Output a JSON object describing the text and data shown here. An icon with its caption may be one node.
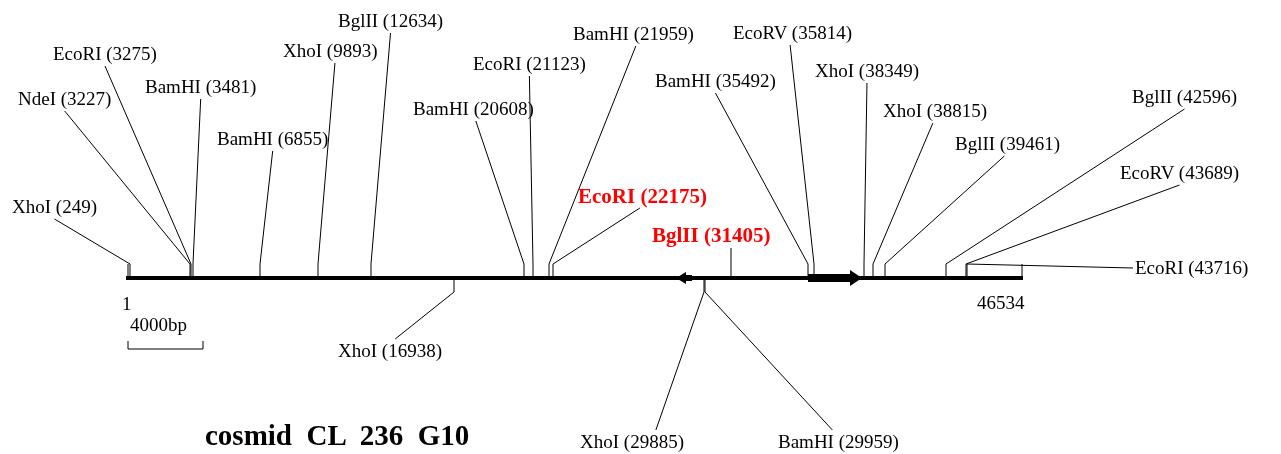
{
  "diagram": {
    "title": "cosmid  CL  236  G10",
    "nodes": [
      {
        "text": [
          "XhoI (249)"
        ]
      },
      {
        "text": [
          "NdeI (3227)"
        ]
      },
      {
        "text": [
          "EcoRI (3275)"
        ]
      },
      {
        "text": [
          "BamHI (3481)"
        ]
      },
      {
        "text": [
          "BamHI (6855)"
        ]
      },
      {
        "text": [
          "XhoI (9893)"
        ]
      },
      {
        "text": [
          "BglII (12634)"
        ]
      },
      {
        "text": [
          "XhoI (16938)"
        ]
      },
      {
        "text": [
          "BamHI (20608)"
        ]
      },
      {
        "text": [
          "EcoRI (21123)"
        ]
      },
      {
        "text": [
          "BamHI (21959)"
        ]
      },
      {
        "text": [
          "EcoRI (22175)"
        ]
      },
      {
        "text": [
          "BglII (31405)"
        ]
      },
      {
        "text": [
          "XhoI (29885)"
        ]
      },
      {
        "text": [
          "BamHI (29959)"
        ]
      },
      {
        "text": [
          "BamHI (35492)"
        ]
      },
      {
        "text": [
          "EcoRV (35814)"
        ]
      },
      {
        "text": [
          "XhoI (38349)"
        ]
      },
      {
        "text": [
          "XhoI (38815)"
        ]
      },
      {
        "text": [
          "BglII (39461)"
        ]
      },
      {
        "text": [
          "BglII (42596)"
        ]
      },
      {
        "text": [
          "EcoRV (43689)"
        ]
      },
      {
        "text": [
          "EcoRI (43716)"
        ]
      }
    ],
    "edges": [
      {
        "from": 0,
        "to": null,
        "arrow": "none"
      },
      {
        "from": 1,
        "to": null,
        "arrow": "none"
      },
      {
        "from": 2,
        "to": null,
        "arrow": "none"
      },
      {
        "from": 3,
        "to": null,
        "arrow": "none"
      },
      {
        "from": 4,
        "to": null,
        "arrow": "none"
      },
      {
        "from": 5,
        "to": null,
        "arrow": "none"
      },
      {
        "from": 6,
        "to": null,
        "arrow": "none"
      },
      {
        "from": 7,
        "to": null,
        "arrow": "none"
      },
      {
        "from": 8,
        "to": null,
        "arrow": "none"
      },
      {
        "from": 9,
        "to": null,
        "arrow": "none"
      },
      {
        "from": 10,
        "to": null,
        "arrow": "none"
      },
      {
        "from": 11,
        "to": null,
        "arrow": "none"
      },
      {
        "from": 12,
        "to": null,
        "arrow": "none"
      },
      {
        "from": 13,
        "to": null,
        "arrow": "none"
      },
      {
        "from": 14,
        "to": null,
        "arrow": "none"
      },
      {
        "from": 15,
        "to": null,
        "arrow": "none"
      },
      {
        "from": 16,
        "to": null,
        "arrow": "none"
      },
      {
        "from": 17,
        "to": null,
        "arrow": "none"
      },
      {
        "from": 18,
        "to": null,
        "arrow": "none"
      },
      {
        "from": 19,
        "to": null,
        "arrow": "none"
      },
      {
        "from": 20,
        "to": null,
        "arrow": "none"
      },
      {
        "from": 21,
        "to": null,
        "arrow": "none"
      },
      {
        "from": 22,
        "to": null,
        "arrow": "none"
      }
    ],
    "labels": [
      "1",
      "4000bp",
      "46534"
    ]
  }
}
